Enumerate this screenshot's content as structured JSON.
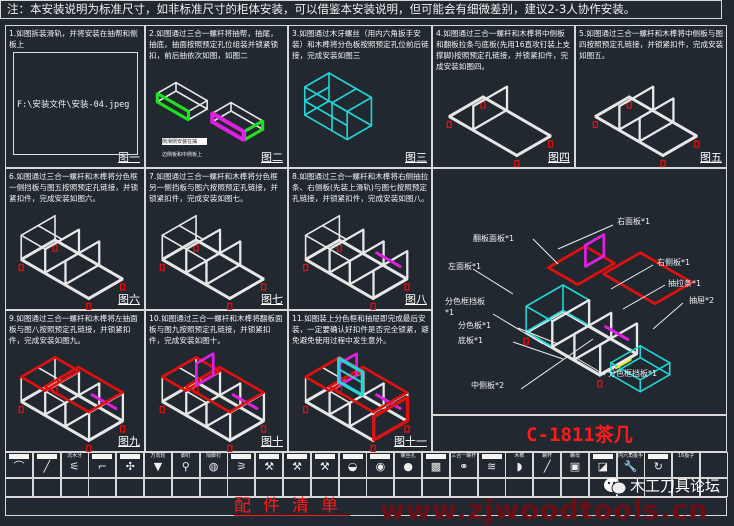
{
  "note": "注：本安装说明为标准尺寸，如非标准尺寸的柜体安装，可以借鉴本安装说明，但可能会有细微差别，建议2-3人协作安装。",
  "steps": [
    {
      "text": "1.如图拆装滑轨，并将安装在抽帮和侧板上",
      "caption": "图一",
      "image_path": "F:\\安装文件\\安装-04.jpeg"
    },
    {
      "text": "2.如图通过三合一螺杆将抽帮，抽尾，抽底，抽面按照预定孔位组装并锁紧锁扣，前后抽依次如图，如图二",
      "caption": "图二",
      "label_a": "侧滑侧安装在抽",
      "label_b": "边侧板和中侧板上"
    },
    {
      "text": "3.如图通过木牙螺丝（用内六角扳手安装）和木榫将分色板按照预定孔位前后链接，完成安装如图三",
      "caption": "图三"
    },
    {
      "text": "4.如图通过三合一螺杆和木榫将中侧板和翻板拉条与底板(先用16直攻钉装上支撑脚)按照预定孔链接，并锁紧扣件，完成安装如图四。",
      "caption": "图四"
    },
    {
      "text": "5.如图通过三合一螺杆和木榫将中侧板与图四按照预定孔链接，并锁紧扣件，完成安装如图五。",
      "caption": "图五"
    },
    {
      "text": "6.如图通过三合一螺杆和木榫将分色框一侧挡板与图五按照预定孔链接，并锁紧扣件，完成安装如图六。",
      "caption": "图六"
    },
    {
      "text": "7.如图通过三合一螺杆和木榫将分色框另一侧挡板与图六按照预定孔链接，并锁紧扣件，完成安装如图七。",
      "caption": "图七"
    },
    {
      "text": "8.如图通过三合一螺杆和木榫将右侧抽拉条、右侧板(先装上滑轨)与图七按照预定孔链接，并锁紧扣件，完成安装如图八。",
      "caption": "图八"
    },
    {
      "text": "9.如图通过三合一螺杆和木榫将左抽面板与图八按照预定孔链接，并锁紧扣件，完成安装如图九。",
      "caption": "图九"
    },
    {
      "text": "10.如图通过三合一螺杆和木榫将翻板面板与图九按照预定孔链接，并锁紧扣件，完成安装如图十。",
      "caption": "图十"
    },
    {
      "text": "11.如图装上分色框和抽屉即完成最后安装，一定要确认好扣件是否完全锁紧，避免避免使用过程中发生意外。",
      "caption": "图十一"
    }
  ],
  "exploded": {
    "labels": [
      "右面板*1",
      "翻板面板*1",
      "左面板*1",
      "右侧板*1",
      "抽拉条*1",
      "分色框挡板",
      "*1",
      "抽屉*2",
      "分色板*1",
      "底板*1",
      "分色框挡板*1",
      "中侧板*2"
    ]
  },
  "product_title": "C-1811茶几",
  "hardware": [
    {
      "label": "",
      "icon": "handle-icon",
      "glyph": "⌒"
    },
    {
      "label": "",
      "icon": "bolt-icon",
      "glyph": "╱"
    },
    {
      "label": "沉木牙",
      "icon": "wood-screw-icon",
      "glyph": "⚟"
    },
    {
      "label": "",
      "icon": "hex-key-icon",
      "glyph": "⌐"
    },
    {
      "label": "",
      "icon": "clip-icon",
      "glyph": "✣"
    },
    {
      "label": "万向轮",
      "icon": "caster-icon",
      "glyph": "▼"
    },
    {
      "label": "脚钉",
      "icon": "foot-nail-icon",
      "glyph": "⚲"
    },
    {
      "label": "隔脚钉",
      "icon": "spacer-nail-icon",
      "glyph": "◍"
    },
    {
      "label": "",
      "icon": "hinge-icon",
      "glyph": "⚞"
    },
    {
      "label": "",
      "icon": "connector-icon",
      "glyph": "⚒"
    },
    {
      "label": "",
      "icon": "connector-icon",
      "glyph": "⚒"
    },
    {
      "label": "",
      "icon": "connector-icon",
      "glyph": "⚒"
    },
    {
      "label": "",
      "icon": "cam-lock-icon",
      "glyph": "◒"
    },
    {
      "label": "",
      "icon": "cam-icon",
      "glyph": "◉"
    },
    {
      "label": "螺丝孔",
      "icon": "hole-icon",
      "glyph": "●"
    },
    {
      "label": "",
      "icon": "nut-icon",
      "glyph": "▩"
    },
    {
      "label": "三合一螺杆",
      "icon": "chain-icon",
      "glyph": "⚭"
    },
    {
      "label": "",
      "icon": "screw-icon",
      "glyph": "≋"
    },
    {
      "label": "木榫",
      "icon": "dowel-icon",
      "glyph": "◗"
    },
    {
      "label": "螺杆",
      "icon": "rod-icon",
      "glyph": "╱"
    },
    {
      "label": "螺母",
      "icon": "nut-icon",
      "glyph": "▣"
    },
    {
      "label": "",
      "icon": "block-icon",
      "glyph": "◪"
    },
    {
      "label": "内六角扳手",
      "icon": "wrench-icon",
      "glyph": "🔧"
    },
    {
      "label": "",
      "icon": "ring-icon",
      "glyph": "↻"
    },
    {
      "label": "16扳子",
      "icon": "none",
      "glyph": ""
    },
    {
      "label": "",
      "icon": "none",
      "glyph": ""
    }
  ],
  "parts_list_title": "配件清单",
  "watermark": {
    "url": "www.zjwoodtools.cn",
    "brand": "木工刀具论坛",
    "icon": "wechat-icon"
  },
  "colors": {
    "background": "#212830",
    "line": "#e8e8e8",
    "red": "#e01010",
    "cyan": "#22d6d6",
    "magenta": "#e020e0",
    "green": "#20e020",
    "yellow": "#e8e820"
  }
}
